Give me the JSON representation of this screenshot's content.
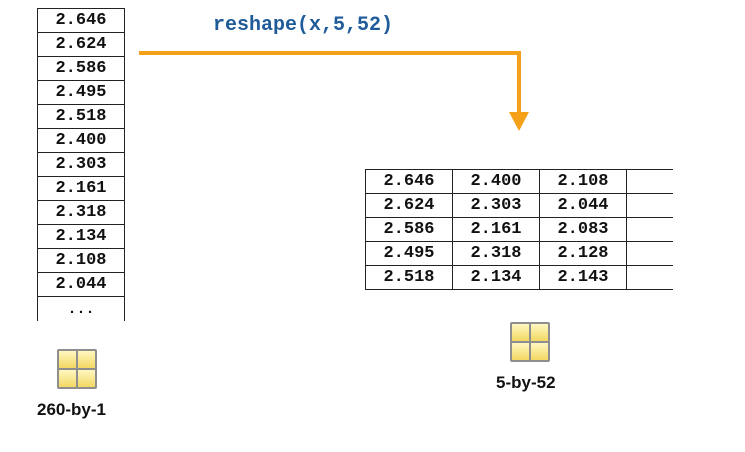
{
  "column_vector": {
    "values": [
      "2.646",
      "2.624",
      "2.586",
      "2.495",
      "2.518",
      "2.400",
      "2.303",
      "2.161",
      "2.318",
      "2.134",
      "2.108",
      "2.044"
    ],
    "ellipsis": "...",
    "size_label": "260-by-1",
    "icon": "matrix-grid-icon"
  },
  "operation": {
    "label": "reshape(x,5,52)",
    "arrow_color": "#f5a019"
  },
  "matrix": {
    "rows": [
      [
        "2.646",
        "2.400",
        "2.108"
      ],
      [
        "2.624",
        "2.303",
        "2.044"
      ],
      [
        "2.586",
        "2.161",
        "2.083"
      ],
      [
        "2.495",
        "2.318",
        "2.128"
      ],
      [
        "2.518",
        "2.134",
        "2.143"
      ]
    ],
    "size_label": "5-by-52",
    "icon": "matrix-grid-icon"
  },
  "colors": {
    "label_blue": "#1f5b99",
    "arrow_orange": "#f5a019",
    "icon_yellow": "#f3d862"
  }
}
